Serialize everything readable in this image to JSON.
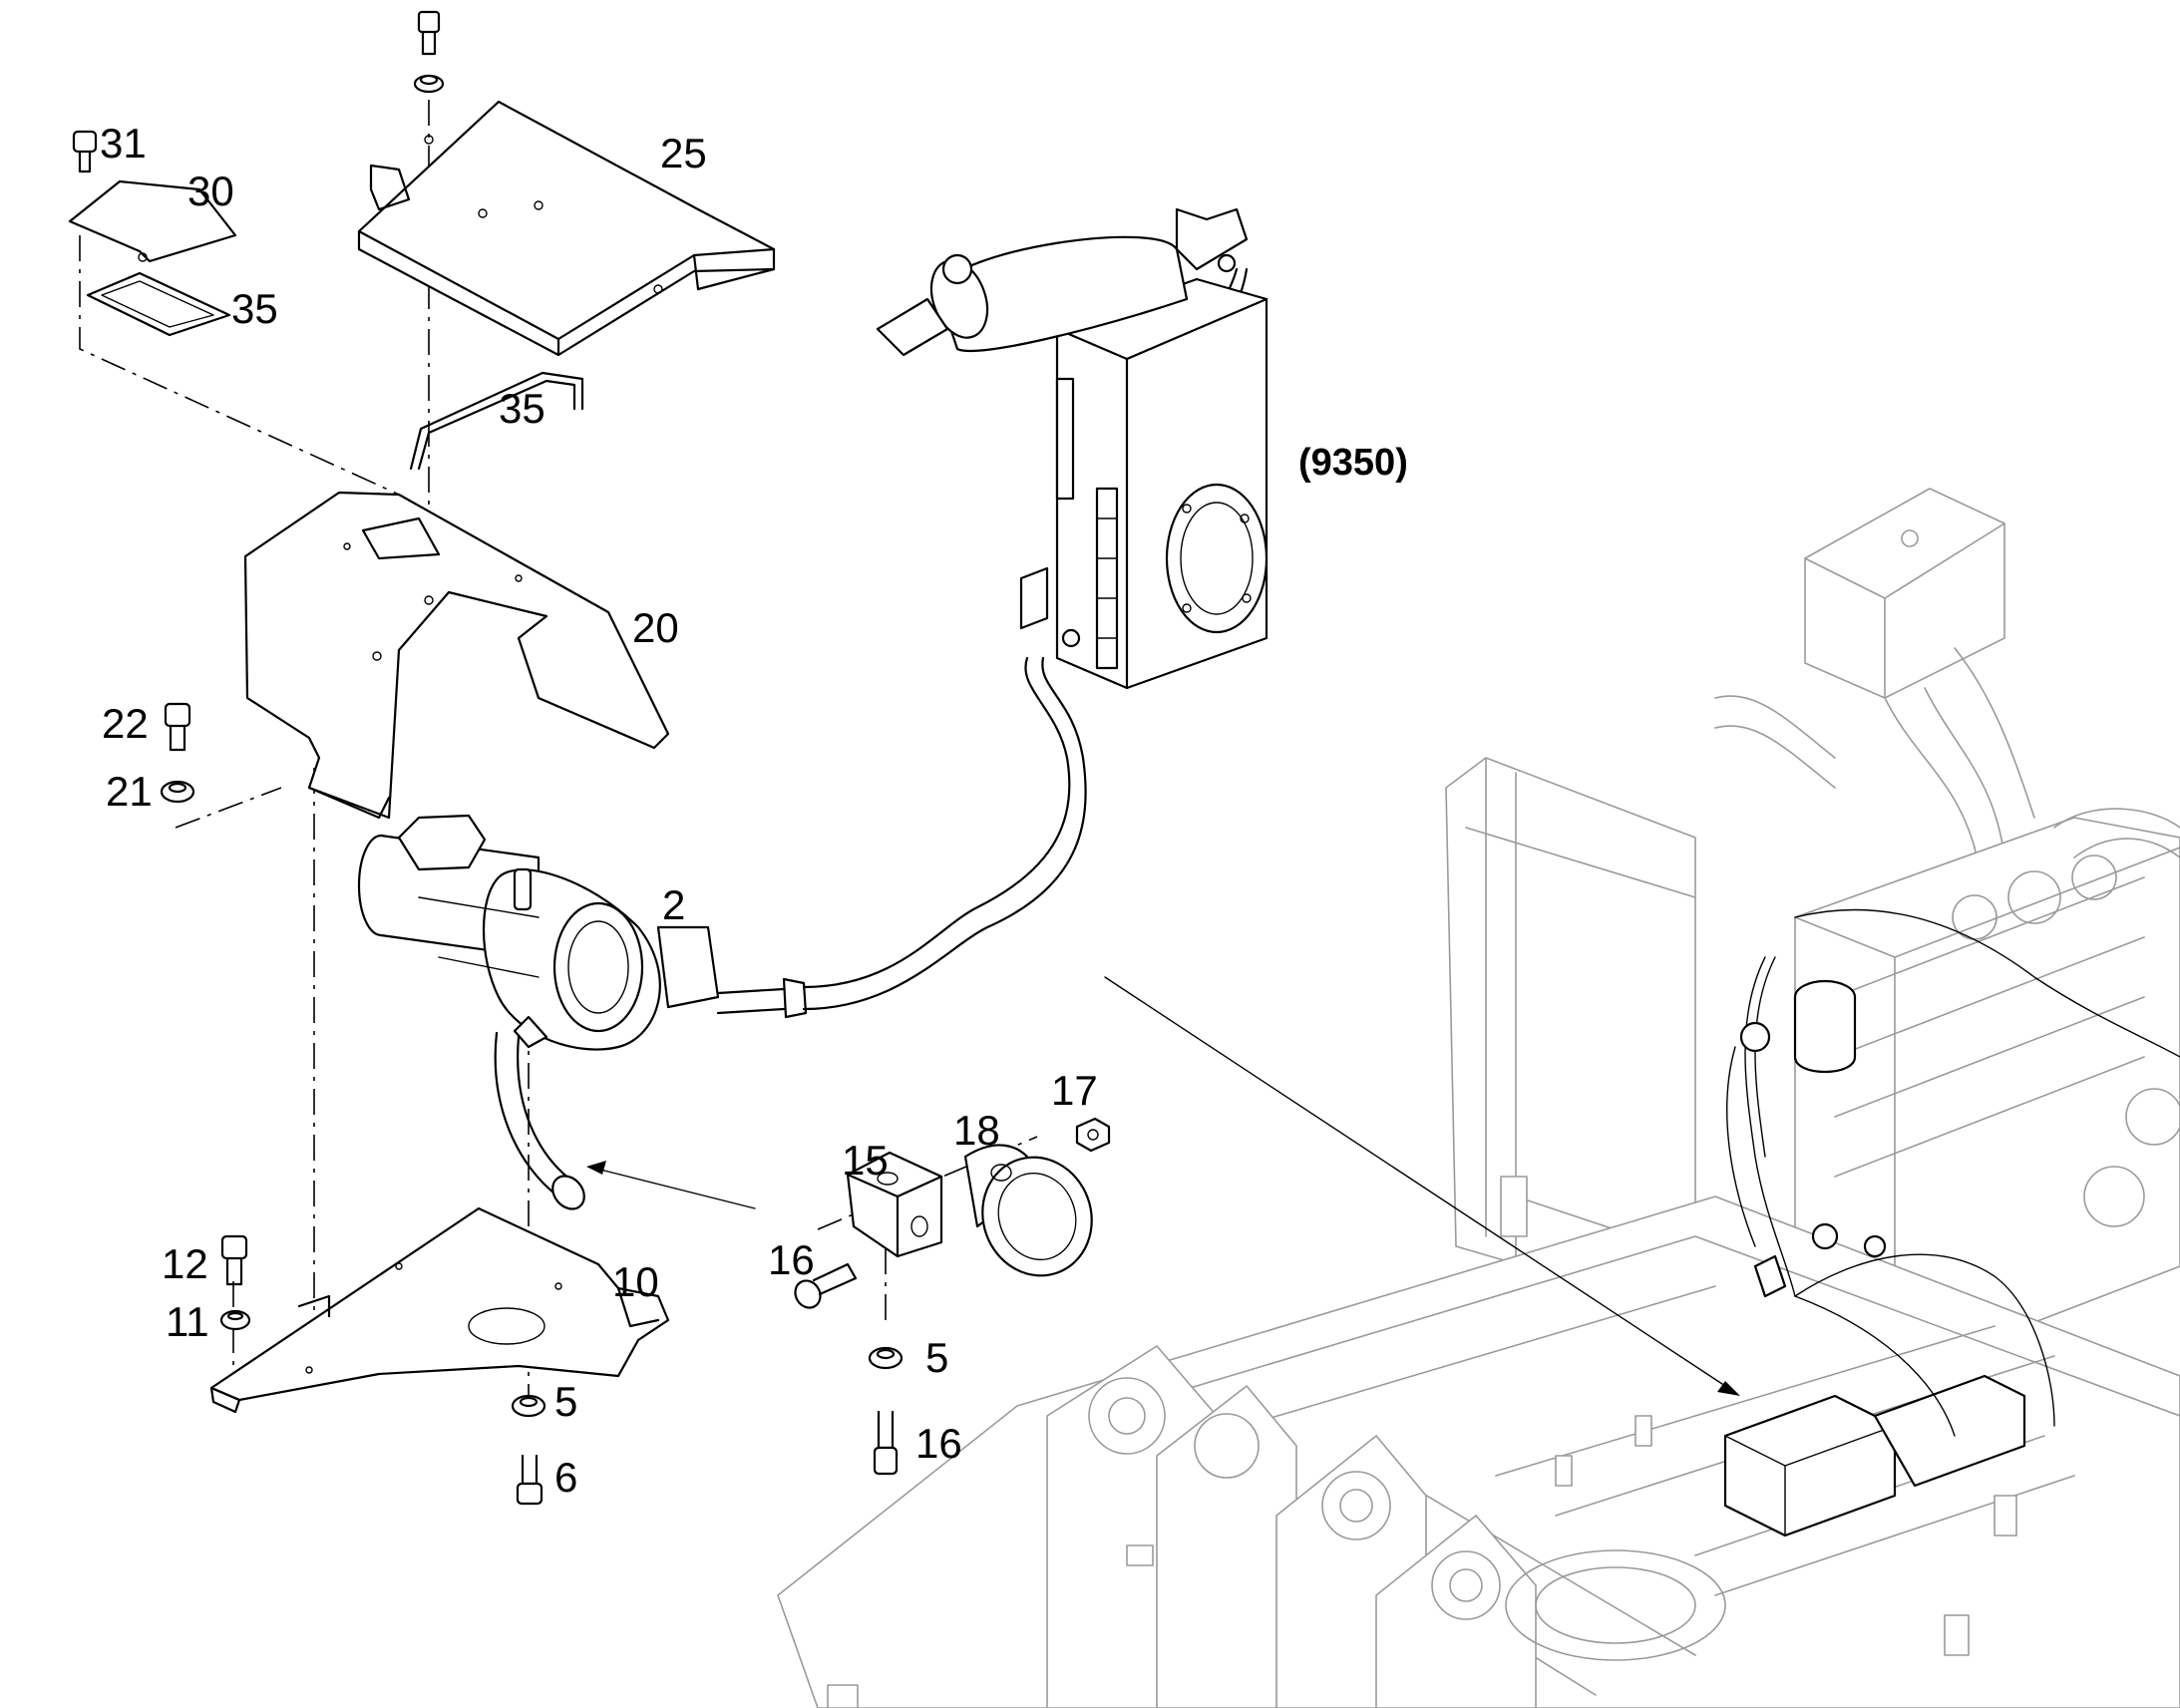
{
  "diagram": {
    "reference": "(9350)",
    "callouts": {
      "c31": "31",
      "c30": "30",
      "c35a": "35",
      "c25": "25",
      "c35b": "35",
      "c20": "20",
      "c22": "22",
      "c21": "21",
      "c2": "2",
      "c17": "17",
      "c18": "18",
      "c15": "15",
      "c16a": "16",
      "c5a": "5",
      "c16b": "16",
      "c12": "12",
      "c11": "11",
      "c10": "10",
      "c5b": "5",
      "c6": "6"
    }
  }
}
